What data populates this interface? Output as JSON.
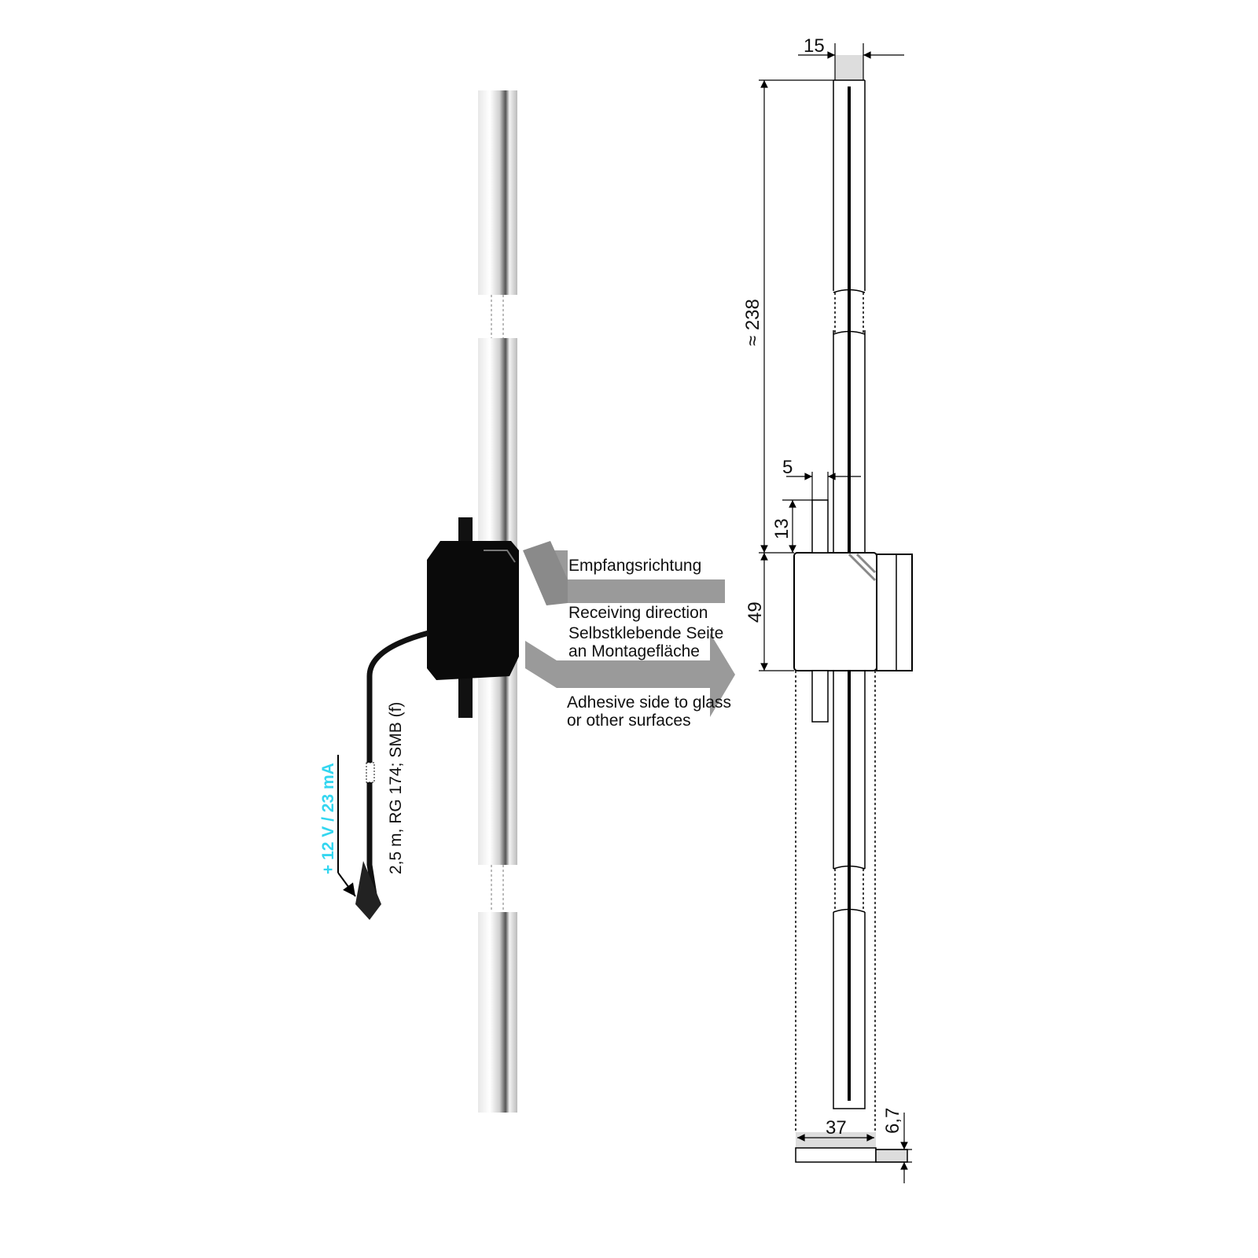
{
  "labels": {
    "receiving_de": "Empfangsrichtung",
    "receiving_en": "Receiving direction",
    "adhesive_de_1": "Selbstklebende Seite",
    "adhesive_de_2": "an Montagefläche",
    "adhesive_en_1": "Adhesive side to glass",
    "adhesive_en_2": "or other surfaces",
    "cable": "2,5 m, RG 174; SMB (f)",
    "power": "+ 12 V / 23 mA"
  },
  "dimensions": {
    "width_top": "15",
    "length": "≈ 238",
    "tab_width": "5",
    "tab_height": "13",
    "box_height": "49",
    "box_width": "37",
    "depth": "6,7"
  },
  "colors": {
    "power_text": "#33d6f0",
    "arrow_gray": "#9a9a9a",
    "box_black": "#0a0a0a"
  }
}
